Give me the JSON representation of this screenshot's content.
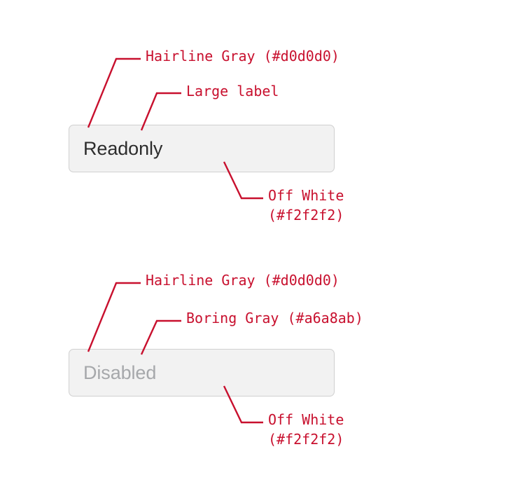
{
  "page": {
    "background": "#ffffff",
    "annotation_color": "#c8102e"
  },
  "groups": [
    {
      "id": "readonly-group",
      "field": {
        "state": "readonly",
        "value": "Readonly",
        "fill": "#f2f2f2",
        "border": "#d0d0d0",
        "text_color": "#2d2d2d"
      },
      "annotations": [
        {
          "id": "border",
          "label": "Hairline Gray (#d0d0d0)"
        },
        {
          "id": "label",
          "label": "Large label"
        },
        {
          "id": "fill",
          "label": "Off White\n(#f2f2f2)"
        }
      ]
    },
    {
      "id": "disabled-group",
      "field": {
        "state": "disabled",
        "value": "Disabled",
        "fill": "#f2f2f2",
        "border": "#d0d0d0",
        "text_color": "#a6a8ab"
      },
      "annotations": [
        {
          "id": "border",
          "label": "Hairline Gray (#d0d0d0)"
        },
        {
          "id": "text",
          "label": "Boring Gray (#a6a8ab)"
        },
        {
          "id": "fill",
          "label": "Off White\n(#f2f2f2)"
        }
      ]
    }
  ]
}
